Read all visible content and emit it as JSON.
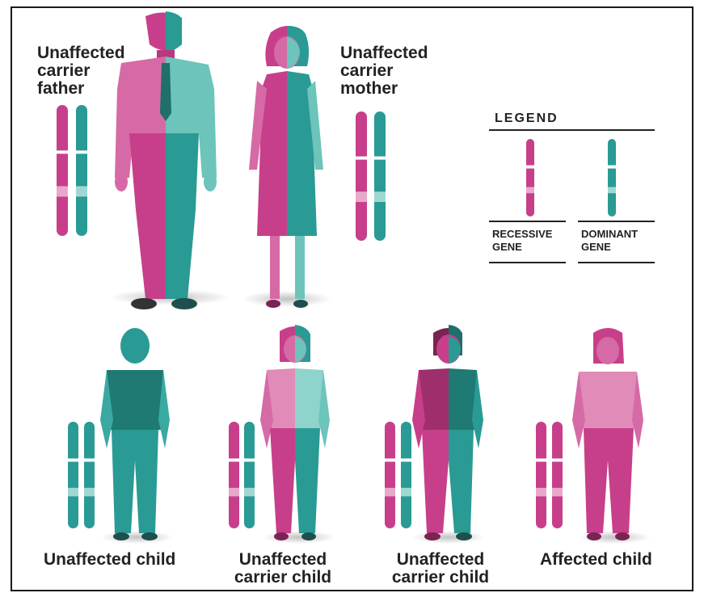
{
  "labels": {
    "father": "Unaffected\ncarrier\nfather",
    "mother": "Unaffected\ncarrier\nmother",
    "child1": "Unaffected child",
    "child2": "Unaffected\ncarrier child",
    "child3": "Unaffected\ncarrier child",
    "child4": "Affected child"
  },
  "legend": {
    "title": "LEGEND",
    "recessive": "RECESSIVE\nGENE",
    "dominant": "DOMINANT\nGENE"
  },
  "colors": {
    "recessive": "#c73f8a",
    "dominant": "#2a9a94",
    "recessive_light": "#e8a8cb",
    "dominant_light": "#9fd8d2",
    "text": "#222222"
  },
  "icons": {
    "chromosome": "chromosome-icon",
    "person": "person-figure"
  }
}
